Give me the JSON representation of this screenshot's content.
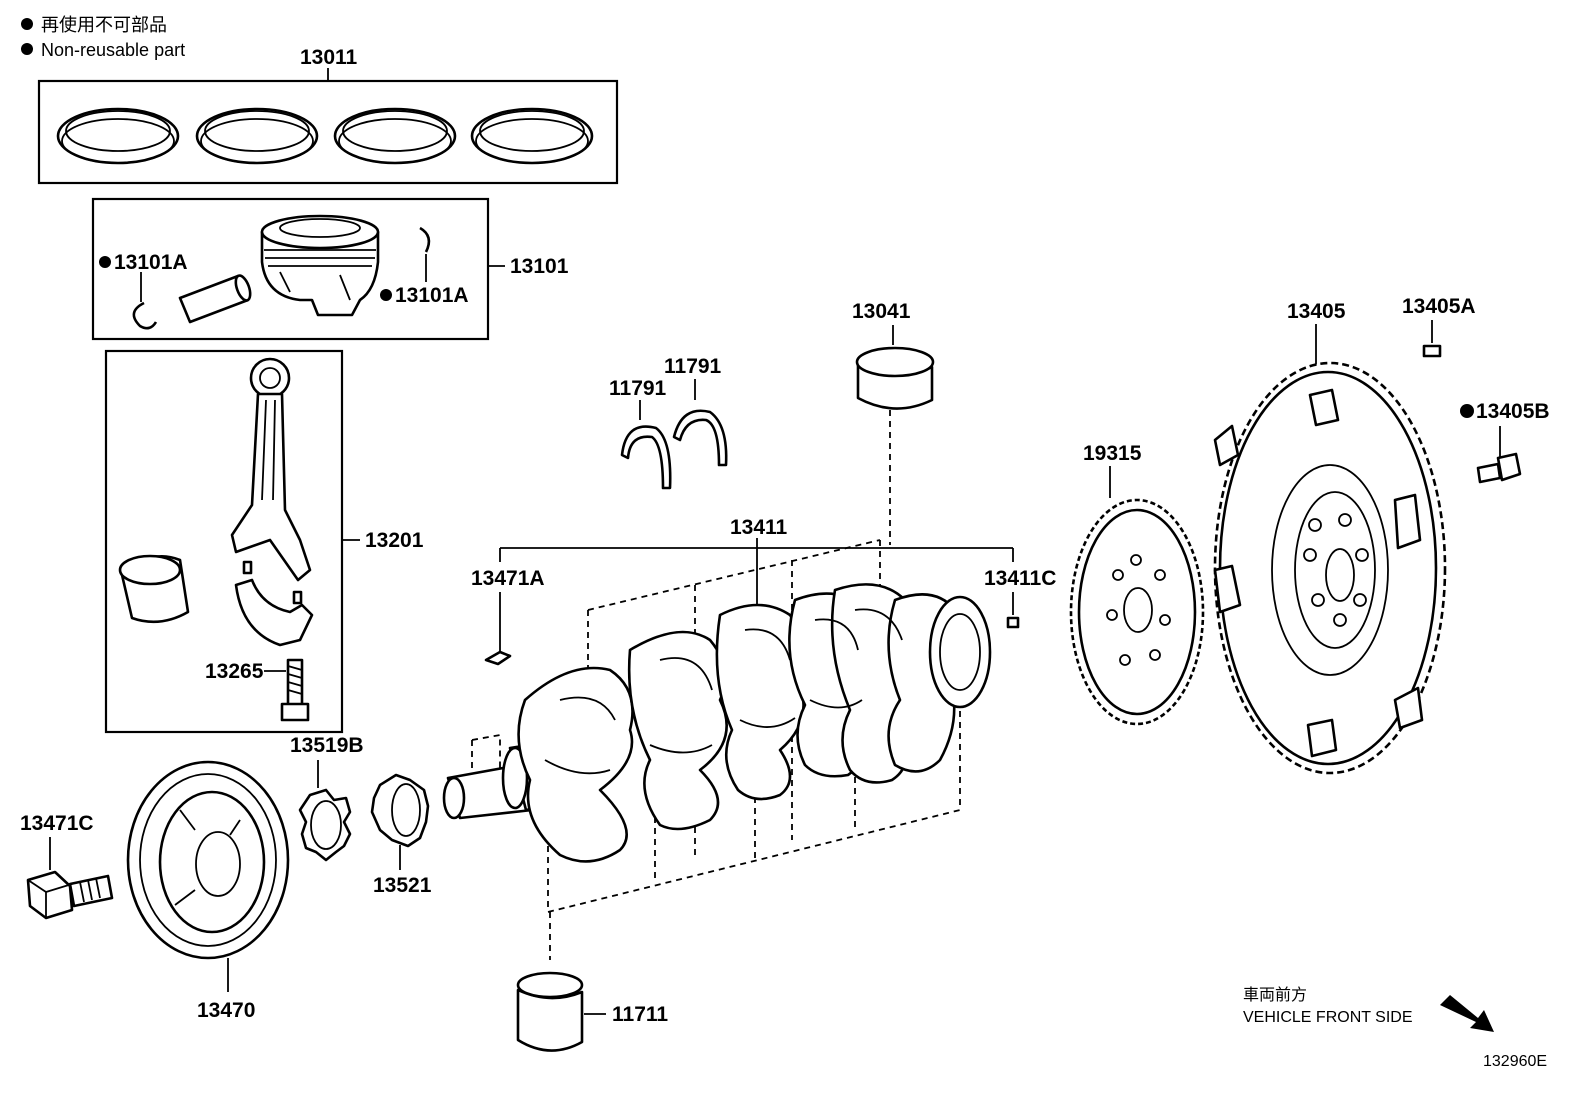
{
  "legend": {
    "bullet": "●",
    "japanese": "再使用不可部品",
    "english": "Non-reusable part"
  },
  "parts": {
    "p13011": "13011",
    "p13101": "13101",
    "p13101A_left": "13101A",
    "p13101A_right": "13101A",
    "p13201": "13201",
    "p13265": "13265",
    "p13041": "13041",
    "p11791_left": "11791",
    "p11791_right": "11791",
    "p13411": "13411",
    "p13471A": "13471A",
    "p13411C": "13411C",
    "p19315": "19315",
    "p13405": "13405",
    "p13405A": "13405A",
    "p13405B": "13405B",
    "p13519B": "13519B",
    "p13521": "13521",
    "p13471C": "13471C",
    "p13470": "13470",
    "p11711": "11711"
  },
  "direction": {
    "japanese": "車両前方",
    "english": "VEHICLE FRONT SIDE"
  },
  "figure_id": "132960E"
}
